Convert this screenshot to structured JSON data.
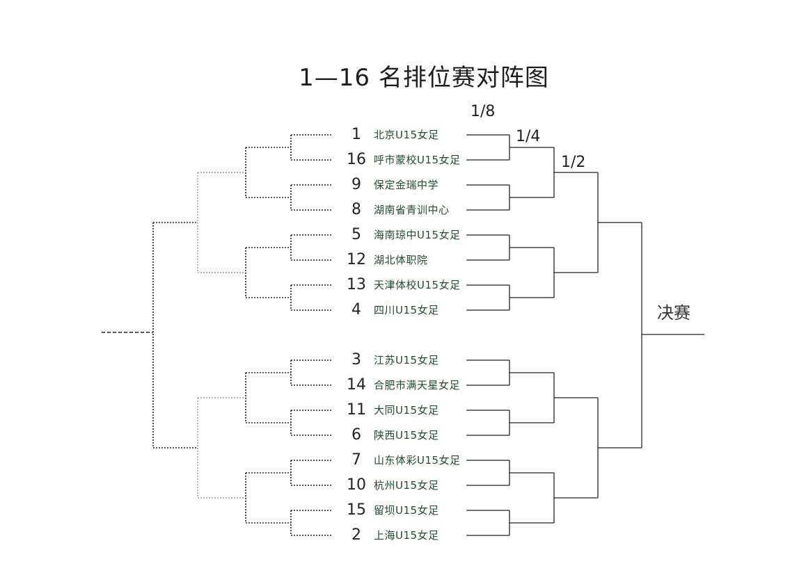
{
  "title": "1—16 名排位赛对阵图",
  "rounds": {
    "r16": "1/8",
    "qf": "1/4",
    "sf": "1/2",
    "final": "决赛"
  },
  "teams": [
    {
      "seed": "1",
      "name": "北京U15女足"
    },
    {
      "seed": "16",
      "name": "呼市蒙校U15女足"
    },
    {
      "seed": "9",
      "name": "保定金瑞中学"
    },
    {
      "seed": "8",
      "name": "湖南省青训中心"
    },
    {
      "seed": "5",
      "name": "海南琼中U15女足"
    },
    {
      "seed": "12",
      "name": "湖北体职院"
    },
    {
      "seed": "13",
      "name": "天津体校U15女足"
    },
    {
      "seed": "4",
      "name": "四川U15女足"
    },
    {
      "seed": "3",
      "name": "江苏U15女足"
    },
    {
      "seed": "14",
      "name": "合肥市满天星女足"
    },
    {
      "seed": "11",
      "name": "大同U15女足"
    },
    {
      "seed": "6",
      "name": "陕西U15女足"
    },
    {
      "seed": "7",
      "name": "山东体彩U15女足"
    },
    {
      "seed": "10",
      "name": "杭州U15女足"
    },
    {
      "seed": "15",
      "name": "留坝U15女足"
    },
    {
      "seed": "2",
      "name": "上海U15女足"
    }
  ],
  "colors": {
    "line": "#222222",
    "team_text": "#1e4d2b"
  }
}
